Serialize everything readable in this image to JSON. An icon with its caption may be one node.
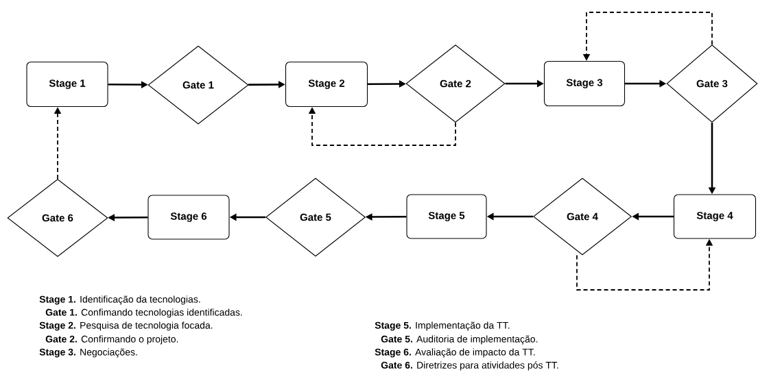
{
  "diagram": {
    "nodes": [
      {
        "text": [
          "Stage 1"
        ]
      },
      {
        "text": [
          "Gate 1"
        ]
      },
      {
        "text": [
          "Stage 2"
        ]
      },
      {
        "text": [
          "Gate 2"
        ]
      },
      {
        "text": [
          "Stage 3"
        ]
      },
      {
        "text": [
          "Gate 3"
        ]
      },
      {
        "text": [
          "Stage 4"
        ]
      },
      {
        "text": [
          "Gate 4"
        ]
      },
      {
        "text": [
          "Stage 5"
        ]
      },
      {
        "text": [
          "Gate 5"
        ]
      },
      {
        "text": [
          "Stage 6"
        ]
      },
      {
        "text": [
          "Gate 6"
        ]
      }
    ],
    "edges": [
      {
        "from": 0,
        "to": 1,
        "arrow": "to"
      },
      {
        "from": 1,
        "to": 2,
        "arrow": "to"
      },
      {
        "from": 2,
        "to": 3,
        "arrow": "to"
      },
      {
        "from": 3,
        "to": 4,
        "arrow": "to"
      },
      {
        "from": 4,
        "to": 5,
        "arrow": "to"
      },
      {
        "from": 5,
        "to": 6,
        "arrow": "to"
      },
      {
        "from": 6,
        "to": 7,
        "arrow": "to"
      },
      {
        "from": 7,
        "to": 8,
        "arrow": "to"
      },
      {
        "from": 8,
        "to": 9,
        "arrow": "to"
      },
      {
        "from": 9,
        "to": 10,
        "arrow": "to"
      },
      {
        "from": 10,
        "to": 11,
        "arrow": "to"
      },
      {
        "from": 3,
        "to": 2,
        "arrow": "to",
        "style": "dashed"
      },
      {
        "from": 5,
        "to": 4,
        "arrow": "to",
        "style": "dashed"
      },
      {
        "from": 7,
        "to": 6,
        "arrow": "to",
        "style": "dashed"
      },
      {
        "from": 11,
        "to": 0,
        "arrow": "to",
        "style": "dashed"
      }
    ],
    "labels": [
      "**Stage 1.** Identificação da tecnologias.",
      "**Gate 1.** Confimando tecnologias identificadas.",
      "**Stage 2.** Pesquisa de tecnologia focada.",
      "**Gate 2.** Confirmando o projeto.",
      "**Stage 3.** Negociações.",
      "**Stage 5.** Implementação da TT.",
      "**Gate 5.** Auditoria de implementação.",
      "**Stage 6.** Avaliação de impacto da TT.",
      "**Gate 6.** Diretrizes para atividades pós TT."
    ]
  }
}
